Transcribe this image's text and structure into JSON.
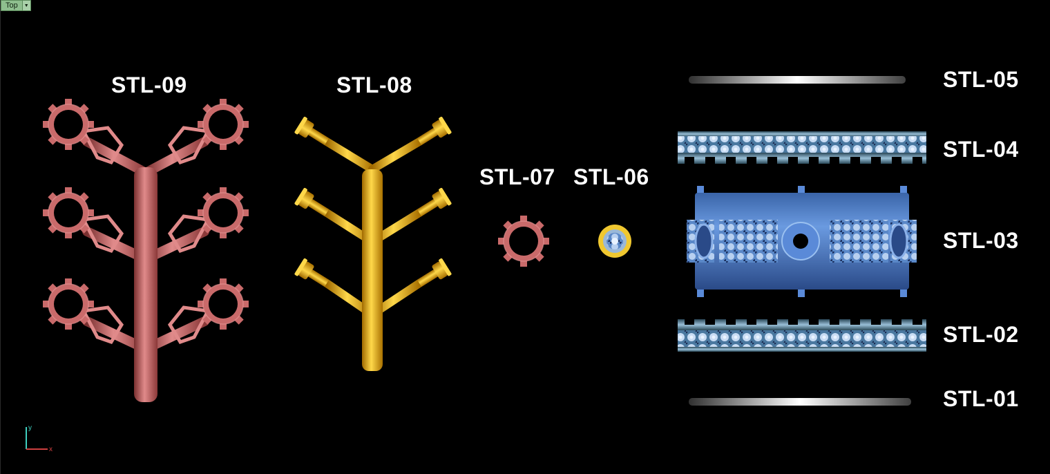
{
  "viewport": {
    "view_name": "Top",
    "view_menu_icon": "chevron-down-icon",
    "axis": {
      "y_label": "y",
      "x_label": "x",
      "y_color": "#3fd0c0",
      "x_color": "#d04040"
    }
  },
  "parts": [
    {
      "id": "stl-09",
      "label": "STL-09",
      "color": "#c96a6a",
      "description_icon": "branch-tree-with-gears"
    },
    {
      "id": "stl-08",
      "label": "STL-08",
      "color": "#e0a818",
      "description_icon": "branch-tree-with-nozzles"
    },
    {
      "id": "stl-07",
      "label": "STL-07",
      "color": "#d06a6a",
      "description_icon": "gear-ring"
    },
    {
      "id": "stl-06",
      "label": "STL-06",
      "color": "#f0c830",
      "description_icon": "ring"
    },
    {
      "id": "stl-05",
      "label": "STL-05",
      "color": "#d8d8d8",
      "description_icon": "plate"
    },
    {
      "id": "stl-04",
      "label": "STL-04",
      "color": "#6a9ab8",
      "description_icon": "lattice-ring"
    },
    {
      "id": "stl-03",
      "label": "STL-03",
      "color": "#4a7ac8",
      "description_icon": "drum"
    },
    {
      "id": "stl-02",
      "label": "STL-02",
      "color": "#6a9ab8",
      "description_icon": "lattice-ring"
    },
    {
      "id": "stl-01",
      "label": "STL-01",
      "color": "#d8d8d8",
      "description_icon": "plate"
    }
  ]
}
